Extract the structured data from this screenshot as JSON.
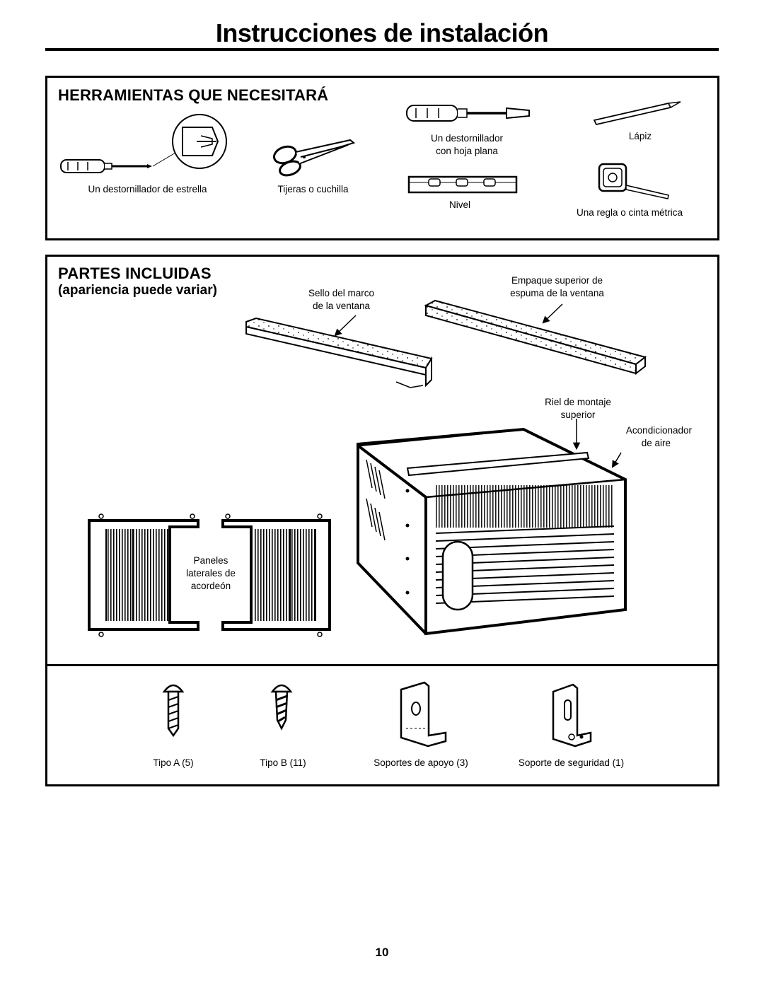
{
  "page": {
    "title": "Instrucciones de instalación",
    "page_number": "10"
  },
  "tools": {
    "heading": "HERRAMIENTAS QUE NECESITARÁ",
    "items": [
      {
        "label": "Un destornillador de estrella",
        "icon": "phillips-screwdriver-icon"
      },
      {
        "label": "Tijeras o cuchilla",
        "icon": "scissors-icon"
      },
      {
        "label_line1": "Un destornillador",
        "label_line2": "con hoja plana",
        "icon": "flat-screwdriver-icon"
      },
      {
        "label": "Nivel",
        "icon": "level-icon"
      },
      {
        "label": "Lápiz",
        "icon": "pencil-icon"
      },
      {
        "label": "Una regla o cinta métrica",
        "icon": "tape-measure-icon"
      }
    ]
  },
  "parts": {
    "heading": "PARTES INCLUIDAS",
    "subheading": "(apariencia puede variar)",
    "callouts": {
      "sill_seal": [
        "Sello del marco",
        "de la ventana"
      ],
      "foam_gasket": [
        "Empaque superior de",
        "espuma de la ventana"
      ],
      "top_rail": [
        "Riel de montaje",
        "superior"
      ],
      "air_conditioner": [
        "Acondicionador",
        "de aire"
      ],
      "side_panels": [
        "Paneles",
        "laterales de",
        "acordeón"
      ]
    },
    "hardware": [
      {
        "label": "Tipo A (5)",
        "icon": "screw-type-a-icon"
      },
      {
        "label": "Tipo B (11)",
        "icon": "screw-type-b-icon"
      },
      {
        "label": "Soportes de apoyo (3)",
        "icon": "support-bracket-icon"
      },
      {
        "label": "Soporte de seguridad (1)",
        "icon": "security-bracket-icon"
      }
    ]
  }
}
